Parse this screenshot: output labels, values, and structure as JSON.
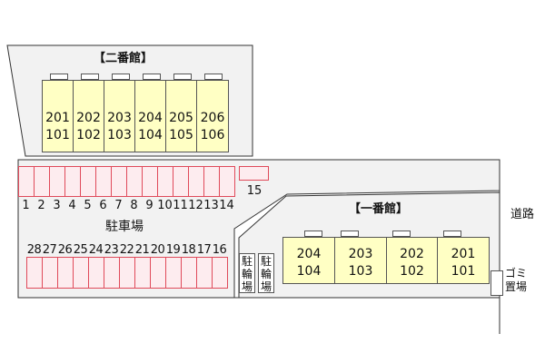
{
  "building2": {
    "title": "【二番館】",
    "units": [
      {
        "top": "201",
        "bottom": "101"
      },
      {
        "top": "202",
        "bottom": "102"
      },
      {
        "top": "203",
        "bottom": "103"
      },
      {
        "top": "204",
        "bottom": "104"
      },
      {
        "top": "205",
        "bottom": "105"
      },
      {
        "top": "206",
        "bottom": "106"
      }
    ]
  },
  "building1": {
    "title": "【一番館】",
    "units": [
      {
        "top": "204",
        "bottom": "104"
      },
      {
        "top": "203",
        "bottom": "103"
      },
      {
        "top": "202",
        "bottom": "102"
      },
      {
        "top": "201",
        "bottom": "101"
      }
    ]
  },
  "parking": {
    "label": "駐車場",
    "top_row": [
      "1",
      "2",
      "3",
      "4",
      "5",
      "6",
      "7",
      "8",
      "9",
      "10",
      "11",
      "12",
      "13",
      "14"
    ],
    "extra": "15",
    "bottom_row": [
      "28",
      "27",
      "26",
      "25",
      "24",
      "23",
      "22",
      "21",
      "20",
      "19",
      "18",
      "17",
      "16"
    ]
  },
  "bike_parking": [
    "駐輪場",
    "駐輪場"
  ],
  "road_label": "道路",
  "garbage_label": "ゴミ置場",
  "colors": {
    "unit_fill": "#ffffc4",
    "stall_border": "#e04a5a",
    "ground": "#f2f2f2"
  }
}
